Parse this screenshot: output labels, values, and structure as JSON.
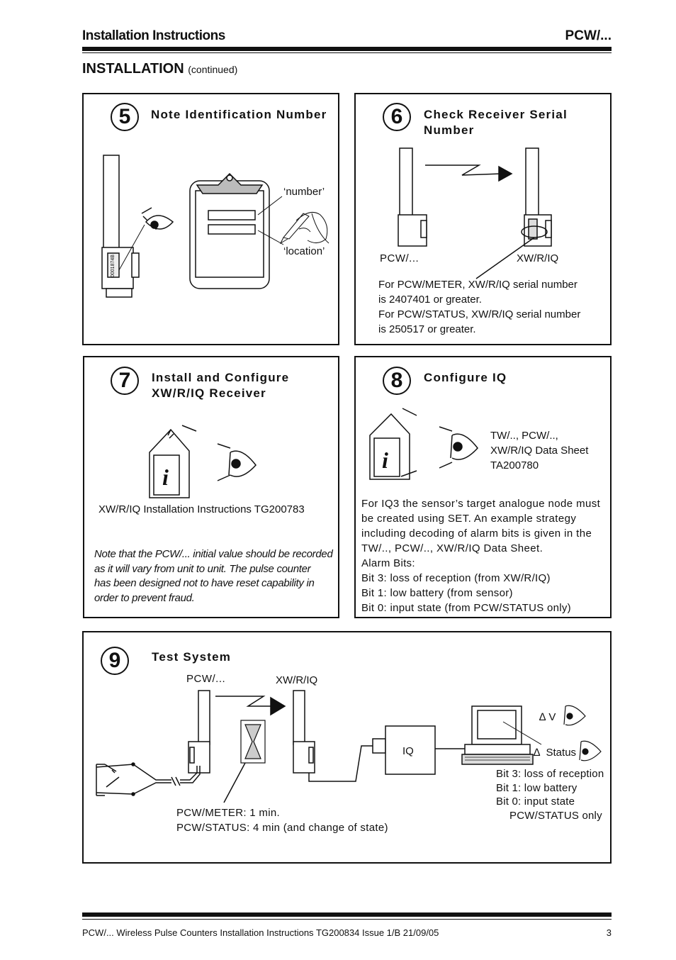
{
  "header": {
    "title": "Installation Instructions",
    "product": "PCW/..."
  },
  "section": {
    "title": "INSTALLATION",
    "subtitle": "(continued)"
  },
  "steps": {
    "s5": {
      "number": "5",
      "title": "Note Identification Number",
      "label_number": "‘number’",
      "label_location": "‘location’",
      "sensor_id": "0001874B"
    },
    "s6": {
      "number": "6",
      "title_line1": "Check Receiver Serial",
      "title_line2": "Number",
      "label_pcw": "PCW/...",
      "label_xw": "XW/R/IQ",
      "text_lines": [
        "For PCW/METER, XW/R/IQ serial number",
        "is 2407401 or greater.",
        "For PCW/STATUS, XW/R/IQ serial number",
        "is 250517 or greater."
      ]
    },
    "s7": {
      "number": "7",
      "title_line1": "Install and Configure",
      "title_line2": "XW/R/IQ Receiver",
      "caption": "XW/R/IQ Installation Instructions TG200783",
      "note_lines": [
        "Note that the PCW/... initial value should be recorded",
        "as it will vary from unit to unit. The pulse counter",
        "has been designed not to have reset capability in",
        "order to prevent fraud."
      ]
    },
    "s8": {
      "number": "8",
      "title": "Configure IQ",
      "datasheet_lines": [
        "TW/.., PCW/..,",
        "XW/R/IQ Data Sheet",
        "TA200780"
      ],
      "text_lines": [
        "For IQ3 the sensor’s target analogue node must",
        "be created using SET. An example strategy",
        "including decoding of alarm bits is given in the",
        "TW/.., PCW/.., XW/R/IQ Data Sheet."
      ],
      "alarm_lines": [
        "Alarm Bits:",
        "Bit 3: loss of reception (from XW/R/IQ)",
        "Bit 1: low battery (from sensor)",
        "Bit 0: input state (from PCW/STATUS only)"
      ]
    },
    "s9": {
      "number": "9",
      "title": "Test System",
      "label_pcw": "PCW/...",
      "label_xw": "XW/R/IQ",
      "label_iq": "IQ",
      "label_dv": "∆ V",
      "label_status": "∆  Status",
      "bits_lines": [
        "Bit 3: loss of reception",
        "Bit 1: low battery",
        "Bit 0: input state",
        "PCW/STATUS only"
      ],
      "timing_lines": [
        "PCW/METER: 1 min.",
        "PCW/STATUS: 4 min (and change of state)"
      ]
    }
  },
  "footer": {
    "text": "PCW/... Wireless Pulse Counters Installation Instructions TG200834 Issue 1/B 21/09/05",
    "page": "3"
  }
}
